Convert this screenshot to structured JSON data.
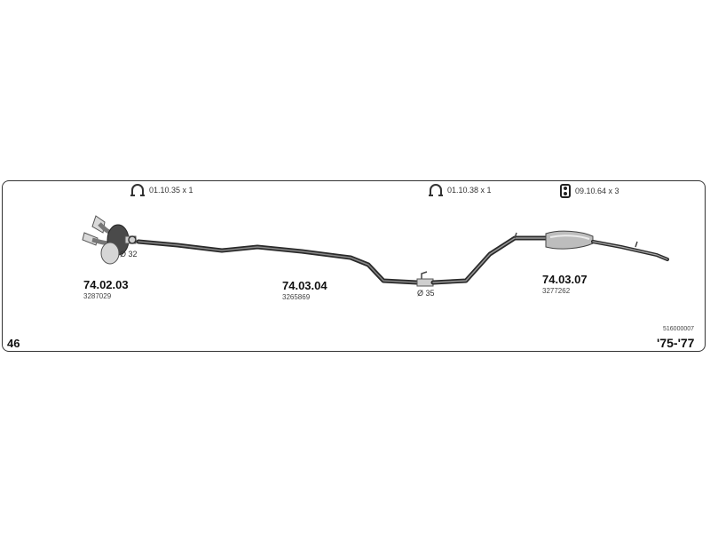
{
  "hardware": [
    {
      "icon": "clamp-icon",
      "label": "01.10.35 x 1"
    },
    {
      "icon": "clamp-icon",
      "label": "01.10.38 x 1"
    },
    {
      "icon": "rubber-mount-icon",
      "label": "09.10.64 x 3"
    }
  ],
  "parts": [
    {
      "number": "74.02.03",
      "oem": "3287029",
      "diameter": "Ø 32"
    },
    {
      "number": "74.03.04",
      "oem": "3265869",
      "diameter": "Ø 35"
    },
    {
      "number": "74.03.07",
      "oem": "3277262"
    }
  ],
  "footer": {
    "page": "46",
    "years": "'75-'77",
    "catalog_code": "516000007"
  }
}
